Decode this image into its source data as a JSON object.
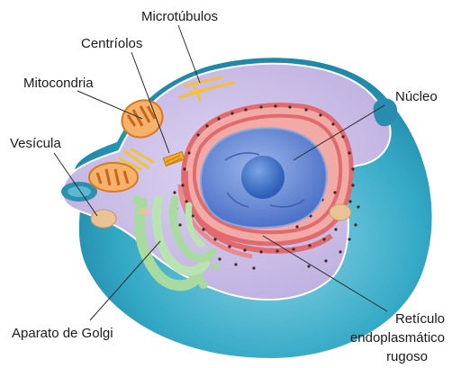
{
  "labels": {
    "microtubules": "Microtúbulos",
    "centrioles": "Centríolos",
    "mitochondria": "Mitocondria",
    "vesicle": "Vesícula",
    "nucleus": "Núcleo",
    "golgi": "Aparato de Golgi",
    "rer_line1": "Retículo",
    "rer_line2": "endoplasmático",
    "rer_line3": "rugoso"
  },
  "colors": {
    "membrane_outer": "#2fa6c2",
    "membrane_light": "#7fcde0",
    "cytoplasm": "#cbbfe6",
    "nucleus": "#6f8fd6",
    "nucleolus": "#3f6fc4",
    "er_red": "#e06a6e",
    "er_pink": "#f2aaa6",
    "golgi_green": "#a9dba0",
    "mito_orange": "#e98a2e",
    "microtubule_yellow": "#f3c13a",
    "vesicle_tan": "#e9c296"
  }
}
